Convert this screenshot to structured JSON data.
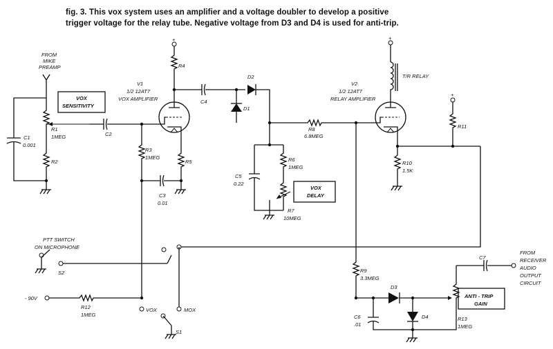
{
  "caption": {
    "line1": "fig. 3.  This vox system uses an amplifier and a voltage doubler to develop a positive",
    "line2": "trigger voltage for the relay tube. Negative voltage from D3 and D4 is used for anti-trip."
  },
  "labels": {
    "from": "FROM",
    "mike": "MIKE",
    "preamp": "PREAMP",
    "vox_sens1": "VOX",
    "vox_sens2": "SENSITIVITY",
    "c1": "C1",
    "c1v": "0.001",
    "r1": "R1",
    "r1v": "1MEG",
    "r2": "R2",
    "c2": "C2",
    "v1": "V1",
    "v1a": "1/2  12AT7",
    "v1b": "VOX AMPLIFIER",
    "r4": "R4",
    "c4": "C4",
    "d2": "D2",
    "d1": "D1",
    "r3": "R3",
    "r3v": "1MEG",
    "r5": "R5",
    "c3": "C3",
    "c3v": "0.01",
    "r8": "R8",
    "r8v": "6.8MEG",
    "c5": "C5",
    "c5v": "0.22",
    "r6": "R6",
    "r6v": "1MEG",
    "r7": "R7",
    "r7v": "10MEG",
    "vox_delay1": "VOX",
    "vox_delay2": "DELAY",
    "tr_relay": "T/R RELAY",
    "v2": "V2",
    "v2a": "1/2  12AT7",
    "v2b": "RELAY AMPLIFIER",
    "r11": "R11",
    "r10": "R10",
    "r10v": "1.5K",
    "ptt1": "PTT  SWITCH",
    "ptt2": "ON MICROPHONE",
    "s2": "S2",
    "minus90": "- 90V",
    "r12": "R12",
    "r12v": "1MEG",
    "vox": "VOX",
    "mox": "MOX",
    "s1": "S1",
    "r9": "R9",
    "r9v": "3.3MEG",
    "d3": "D3",
    "d4": "D4",
    "c6": "C6",
    "c6v": ".01",
    "c7": "C7",
    "from_rx1": "FROM",
    "from_rx2": "RECEIVER",
    "from_rx3": "AUDIO",
    "from_rx4": "OUTPUT",
    "from_rx5": "CIRCUIT",
    "anti_trip1": "ANTI - TRIP",
    "anti_trip2": "GAIN",
    "r13": "R13",
    "r13v": "1MEG",
    "plus": "+"
  }
}
